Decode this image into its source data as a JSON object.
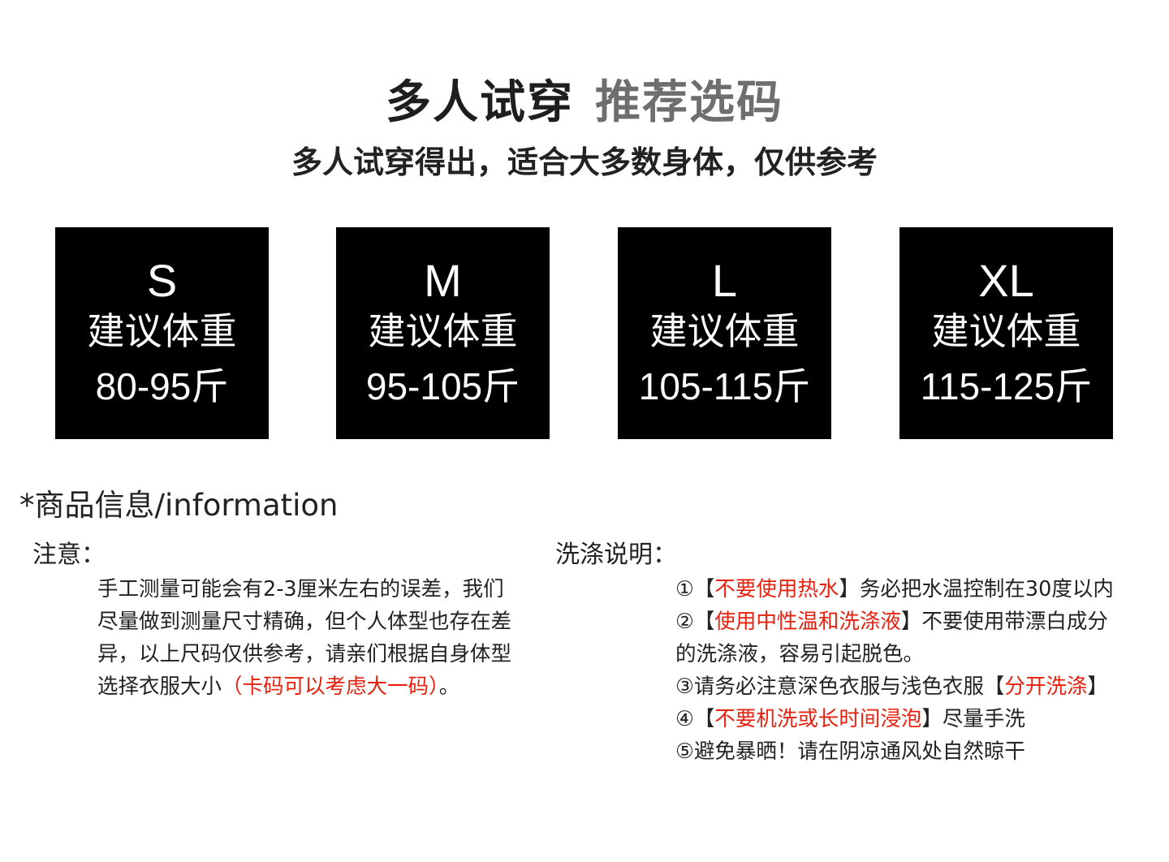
{
  "header": {
    "title_main": "多人试穿",
    "title_accent": "推荐选码",
    "subtitle": "多人试穿得出，适合大多数身体，仅供参考"
  },
  "sizes": [
    {
      "size": "S",
      "label": "建议体重",
      "weight": "80-95斤"
    },
    {
      "size": "M",
      "label": "建议体重",
      "weight": "95-105斤"
    },
    {
      "size": "L",
      "label": "建议体重",
      "weight": "105-115斤"
    },
    {
      "size": "XL",
      "label": "建议体重",
      "weight": "115-125斤"
    }
  ],
  "info": {
    "heading": "*商品信息/information"
  },
  "notes": {
    "heading": "注意：",
    "line1": "手工测量可能会有2-3厘米左右的误差，我们",
    "line2": "尽量做到测量尺寸精确，但个人体型也存在差",
    "line3": "异，以上尺码仅供参考，请亲们根据自身体型",
    "line4_prefix": "选择衣服大小",
    "line4_highlight": "（卡码可以考虑大一码）",
    "line4_suffix": "。"
  },
  "wash": {
    "heading": "洗涤说明：",
    "item1": {
      "prefix": "①【",
      "highlight": "不要使用热水",
      "suffix": "】务必把水温控制在30度以内"
    },
    "item2": {
      "prefix": "②【",
      "highlight": "使用中性温和洗涤液",
      "suffix": "】不要使用带漂白成分"
    },
    "item2_cont": "的洗涤液，容易引起脱色。",
    "item3": {
      "prefix": "③请务必注意深色衣服与浅色衣服【",
      "highlight": "分开洗涤",
      "suffix": "】"
    },
    "item4": {
      "prefix": "④【",
      "highlight": "不要机洗或长时间浸泡",
      "suffix": "】尽量手洗"
    },
    "item5": "⑤避免暴晒！请在阴凉通风处自然晾干"
  },
  "colors": {
    "highlight": "#e8200e",
    "card_background": "#000000",
    "title_accent": "#6e6e6e"
  }
}
